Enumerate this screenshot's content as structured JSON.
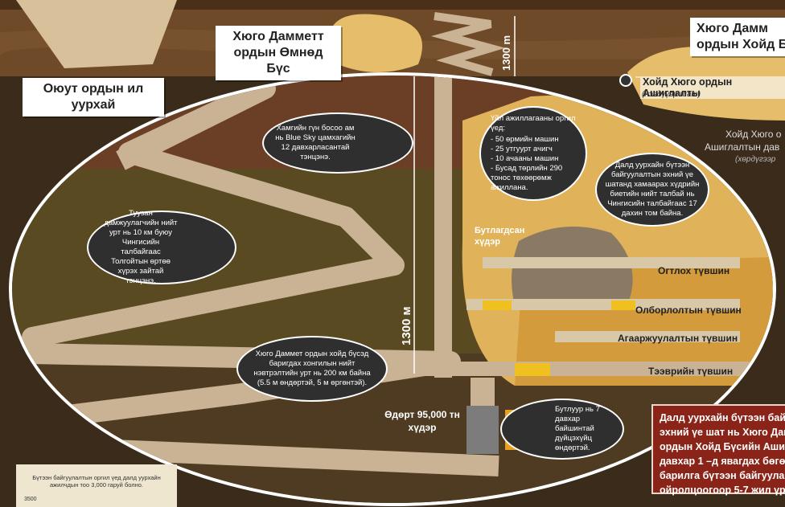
{
  "titles": {
    "south": [
      "Хюго Дамметт",
      "ордын Өмнөд Бүс"
    ],
    "north": [
      "Хюго Дамм",
      "ордын Хойд Б"
    ],
    "oyut": [
      "Оюут ордын ил",
      "уурхай"
    ]
  },
  "depth_top": "1300 m",
  "depth_shaft": "1300 м",
  "north_labels": {
    "line1": "Хойд Хюго ордын Ашиглалты",
    "line1_sub": "(нэвдүүэр шат)",
    "line2a": "Хойд Хюго о",
    "line2b": "Ашиглалтын дав",
    "line2_sub": "(хөрдүгээр"
  },
  "bubbles": {
    "bluesky": "Хамгийн гүн босоо ам нь Blue Sky цамхагийн 12 давхарласантай тэнцэнэ.",
    "annual": {
      "heading": "Үйл ажиллагааны оргил үед:",
      "items": [
        "50 өрмийн машин",
        "25 утгуурт ачигч",
        "10 ачааны машин",
        "Бусад төрлийн 290 тонос төхөөрөмж ажиллана."
      ]
    },
    "area": "Далд уурхайн бүтээн байгуулалтын эхний үе шатанд хамаарах хүдрийн биетийн нийт талбай нь Чингисийн талбайгаас 17 дахин том байна.",
    "conveyor": "Туузан дамжуулагчийн нийт урт нь 10 км буюу Чингисийн талбайгаас Толгойтын өртөө хүрэх зайтай тэнцэнэ.",
    "tunnels": "Хюго Даммет ордын хойд бүсэд баригдах хонгилын нийт нэвтрэлтийн урт нь 200 км байна (5.5 м өндөртэй, 5 м өргөнтэй).",
    "crusher": "Бутлуур нь 7 давхар байшинтай дүйцэхүйц өндөртэй."
  },
  "labels": {
    "crushed_ore": "Бутлагдсан хүдэр",
    "daily_ore": "Өдөрт 95,000 тн хүдэр"
  },
  "levels": [
    "Огтлох түвшин",
    "Олборлолтын түвшин",
    "Агааржуулалтын түвшин",
    "Тээврийн түвшин"
  ],
  "red_box": [
    "Далд уурхайн бүтээн бай",
    "эхний үе шат нь Хюго Дам",
    "ордын Хойд Бүсийн Ашиг",
    "давхар 1 –д явагдах бөгөө",
    "барилга бүтээн байгуула",
    "ойролцоогоор 5-7 жил үр"
  ],
  "chart": {
    "caption": "Бүтээн байгуулалтын оргил үед далд уурхайн ажилчдын тоо 3,000 гаруй болно.",
    "tick": "3500"
  },
  "colors": {
    "ground": "#5a3f24",
    "tunnel": "#c9b394",
    "ore": "#e0b25a",
    "bubble": "#2f2f2f",
    "red": "#8a2418"
  }
}
